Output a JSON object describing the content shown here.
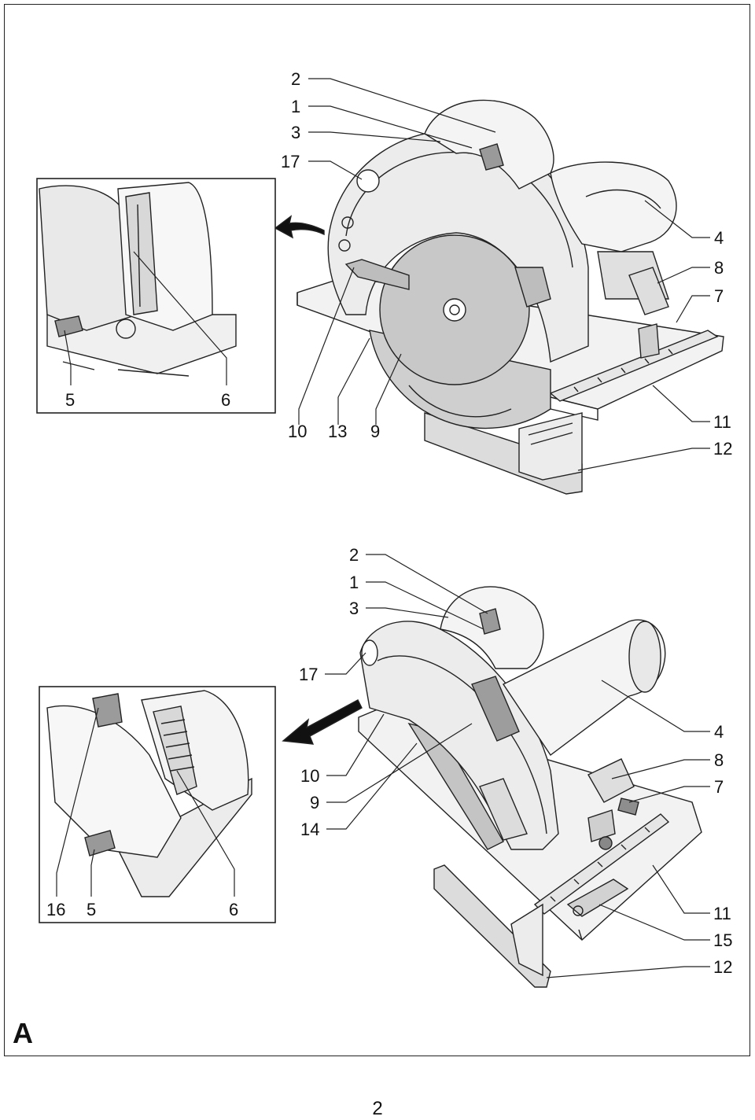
{
  "figure_letter": "A",
  "page_number": "2",
  "top_figure": {
    "callouts_left": [
      "2",
      "1",
      "3",
      "17"
    ],
    "callouts_right": [
      "4",
      "8",
      "7",
      "11",
      "12"
    ],
    "callouts_bottom": [
      "10",
      "13",
      "9"
    ],
    "inset_callouts": [
      "5",
      "6"
    ]
  },
  "bottom_figure": {
    "callouts_top": [
      "2",
      "1",
      "3",
      "17"
    ],
    "callouts_left": [
      "10",
      "9",
      "14"
    ],
    "callouts_right": [
      "4",
      "8",
      "7",
      "11",
      "15",
      "12"
    ],
    "inset_callouts": [
      "16",
      "5",
      "6"
    ]
  }
}
